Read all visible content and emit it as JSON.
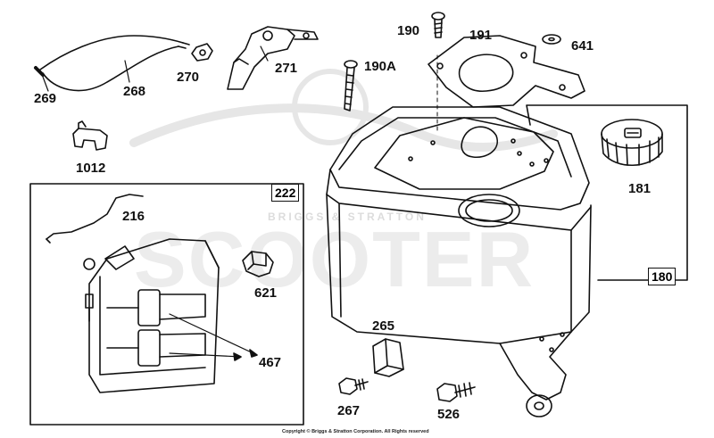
{
  "watermark": {
    "brand_small": "BRIGGS & STRATTON",
    "brand_big": "SCOOTER"
  },
  "parts": {
    "p269": "269",
    "p268": "268",
    "p270": "270",
    "p271": "271",
    "p190": "190",
    "p190A": "190A",
    "p191": "191",
    "p641": "641",
    "p1012": "1012",
    "p181": "181",
    "p216": "216",
    "p621": "621",
    "p467": "467",
    "p265": "265",
    "p267": "267",
    "p526": "526"
  },
  "assemblies": {
    "a222": "222",
    "a180": "180"
  },
  "footer": {
    "copyright": "Copyright © Briggs & Stratton Corporation. All Rights reserved"
  }
}
